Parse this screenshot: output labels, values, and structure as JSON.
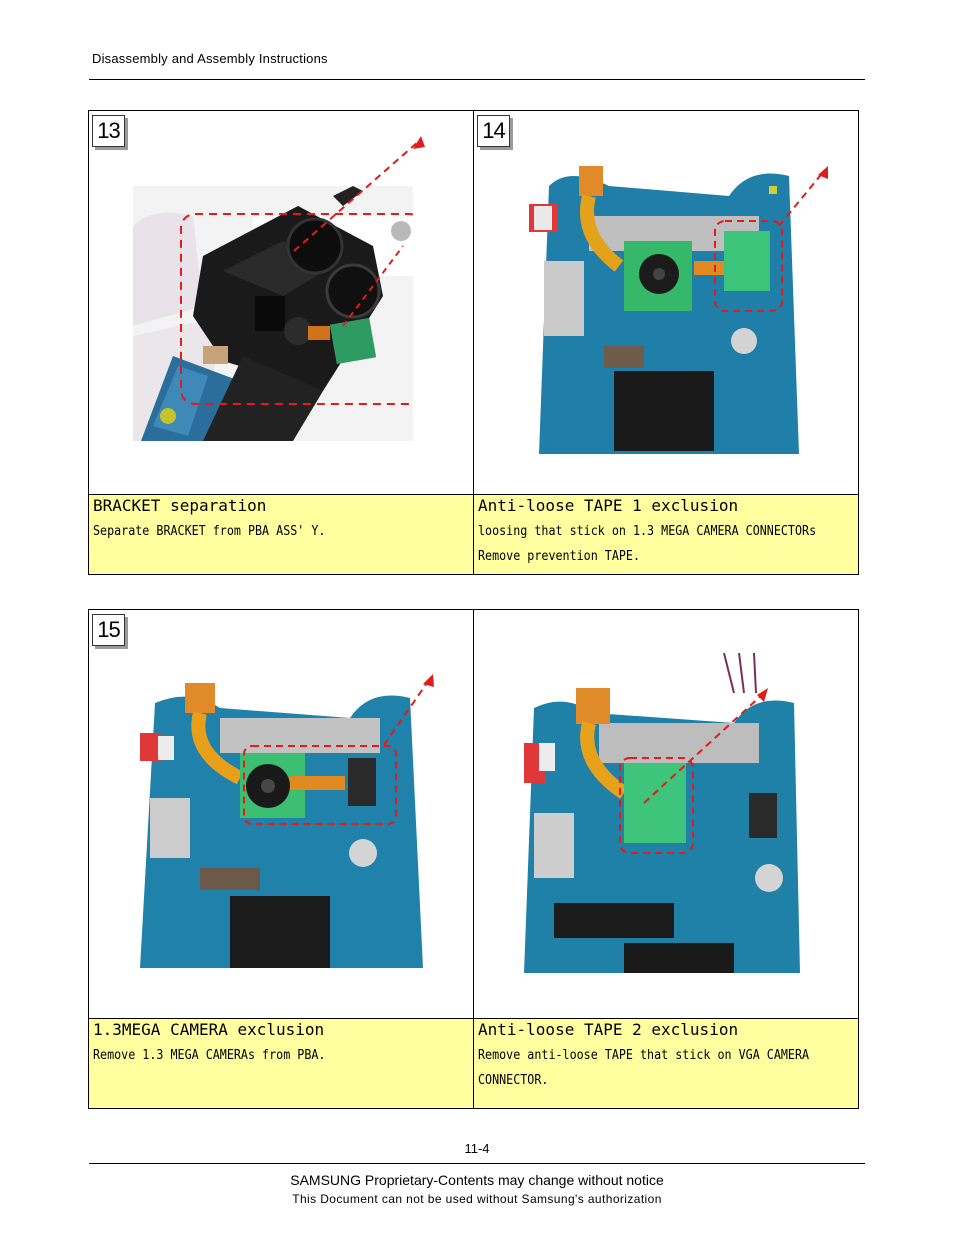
{
  "header": {
    "title": "Disassembly  and  Assembly  Instructions"
  },
  "steps": [
    {
      "number": "13",
      "title": "BRACKET separation",
      "lines": [
        "Separate BRACKET from PBA ASS' Y."
      ]
    },
    {
      "number": "14",
      "title": "Anti-loose TAPE 1 exclusion",
      "lines": [
        "loosing that stick on 1.3 MEGA CAMERA CONNECTORs",
        "Remove prevention TAPE."
      ]
    },
    {
      "number": "15",
      "title": "1.3MEGA CAMERA exclusion",
      "lines": [
        "Remove 1.3 MEGA CAMERAs from PBA."
      ]
    },
    {
      "number": "",
      "title": "Anti-loose TAPE 2 exclusion",
      "lines": [
        "Remove anti-loose TAPE that stick on VGA CAMERA",
        "CONNECTOR."
      ]
    }
  ],
  "footer": {
    "page_number": "11-4",
    "line1": "SAMSUNG Proprietary-Contents may change without notice",
    "line2": "This  Document  can  not  be  used  without  Samsung's  authorization"
  }
}
